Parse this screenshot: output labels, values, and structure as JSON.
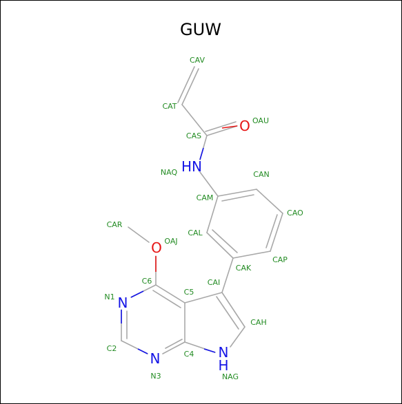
{
  "title": "GUW",
  "colors": {
    "carbon_bond": "#a8a8a8",
    "atom_label": "#228B22",
    "nitrogen": "#1414e6",
    "oxygen": "#e61414",
    "title": "#000000"
  },
  "hetero_atoms": {
    "o_amide": "O",
    "n_amide": "HN",
    "o_methoxy": "O",
    "n1": "N",
    "n3": "N",
    "nh_pyrrole": "N",
    "h_pyrrole": "H"
  },
  "atom_labels": {
    "CAV": "CAV",
    "CAT": "CAT",
    "OAU": "OAU",
    "CAS": "CAS",
    "NAQ": "NAQ",
    "CAN": "CAN",
    "CAM": "CAM",
    "CAO": "CAO",
    "CAL": "CAL",
    "CAR": "CAR",
    "OAJ": "OAJ",
    "CAP": "CAP",
    "CAK": "CAK",
    "C6": "C6",
    "CAI": "CAI",
    "N1": "N1",
    "C5": "C5",
    "CAH": "CAH",
    "C2": "C2",
    "C4": "C4",
    "N3": "N3",
    "NAG": "NAG"
  }
}
